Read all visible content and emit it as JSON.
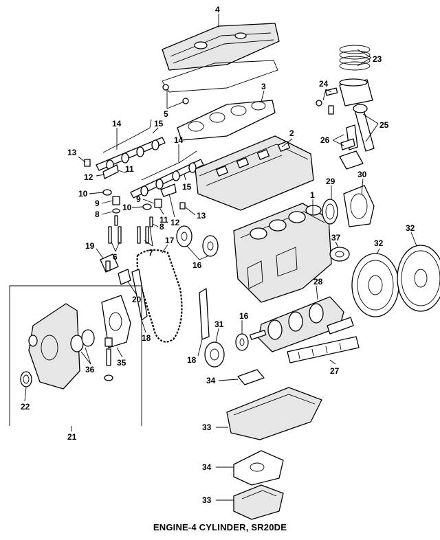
{
  "caption": "ENGINE-4 CYLINDER, SR20DE",
  "callouts": [
    {
      "id": "c-4",
      "label": "4"
    },
    {
      "id": "c-23",
      "label": "23"
    },
    {
      "id": "c-24",
      "label": "24"
    },
    {
      "id": "c-5",
      "label": "5"
    },
    {
      "id": "c-3",
      "label": "3"
    },
    {
      "id": "c-25",
      "label": "25"
    },
    {
      "id": "c-26",
      "label": "26"
    },
    {
      "id": "c-14a",
      "label": "14"
    },
    {
      "id": "c-15a",
      "label": "15"
    },
    {
      "id": "c-2",
      "label": "2"
    },
    {
      "id": "c-13a",
      "label": "13"
    },
    {
      "id": "c-12a",
      "label": "12"
    },
    {
      "id": "c-11a",
      "label": "11"
    },
    {
      "id": "c-14b",
      "label": "14"
    },
    {
      "id": "c-15b",
      "label": "15"
    },
    {
      "id": "c-10a",
      "label": "10"
    },
    {
      "id": "c-9a",
      "label": "9"
    },
    {
      "id": "c-8a",
      "label": "8"
    },
    {
      "id": "c-10b",
      "label": "10"
    },
    {
      "id": "c-9b",
      "label": "9"
    },
    {
      "id": "c-11b",
      "label": "11"
    },
    {
      "id": "c-12b",
      "label": "12"
    },
    {
      "id": "c-13b",
      "label": "13"
    },
    {
      "id": "c-7",
      "label": "7"
    },
    {
      "id": "c-8b",
      "label": "8"
    },
    {
      "id": "c-6",
      "label": "6"
    },
    {
      "id": "c-1",
      "label": "1"
    },
    {
      "id": "c-29",
      "label": "29"
    },
    {
      "id": "c-30",
      "label": "30"
    },
    {
      "id": "c-32a",
      "label": "32"
    },
    {
      "id": "c-37",
      "label": "37"
    },
    {
      "id": "c-32b",
      "label": "32"
    },
    {
      "id": "c-17",
      "label": "17"
    },
    {
      "id": "c-19",
      "label": "19"
    },
    {
      "id": "c-16a",
      "label": "16"
    },
    {
      "id": "c-20",
      "label": "20"
    },
    {
      "id": "c-28",
      "label": "28"
    },
    {
      "id": "c-18a",
      "label": "18"
    },
    {
      "id": "c-31",
      "label": "31"
    },
    {
      "id": "c-16b",
      "label": "16"
    },
    {
      "id": "c-36",
      "label": "36"
    },
    {
      "id": "c-35",
      "label": "35"
    },
    {
      "id": "c-18b",
      "label": "18"
    },
    {
      "id": "c-27",
      "label": "27"
    },
    {
      "id": "c-22",
      "label": "22"
    },
    {
      "id": "c-34a",
      "label": "34"
    },
    {
      "id": "c-21",
      "label": "21"
    },
    {
      "id": "c-33a",
      "label": "33"
    },
    {
      "id": "c-34b",
      "label": "34"
    },
    {
      "id": "c-33b",
      "label": "33"
    }
  ]
}
